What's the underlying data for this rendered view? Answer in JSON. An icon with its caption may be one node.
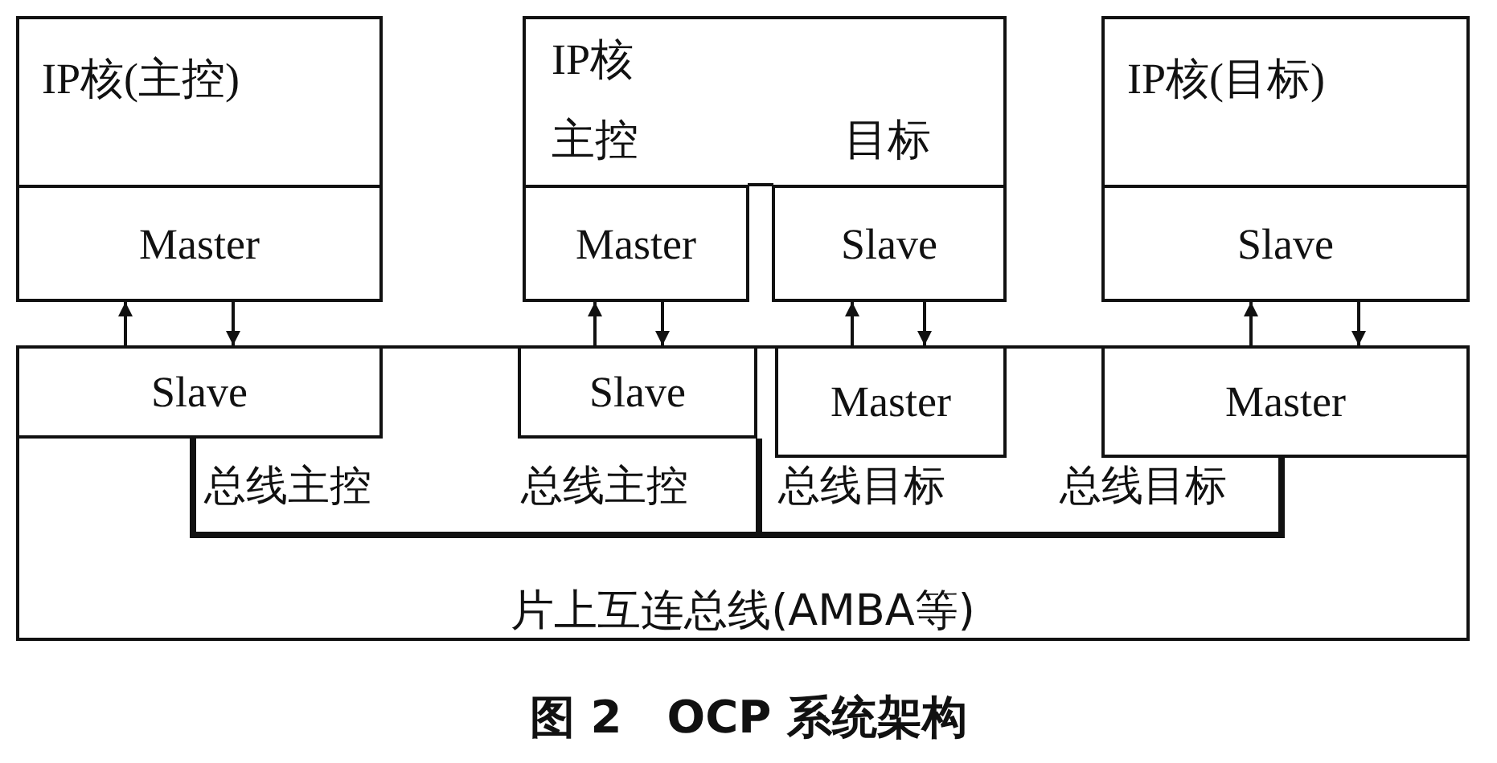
{
  "diagram": {
    "caption": "图 2　OCP 系统架构",
    "nodes": [
      {
        "text": [
          "IP核(主控)"
        ]
      },
      {
        "text": [
          "Master"
        ],
        "in": 0
      },
      {
        "text": [
          "IP核",
          "主控",
          "目标"
        ]
      },
      {
        "text": [
          "Master"
        ],
        "in": 2
      },
      {
        "text": [
          "Slave"
        ],
        "in": 2
      },
      {
        "text": [
          "IP核(目标)"
        ]
      },
      {
        "text": [
          "Slave"
        ],
        "in": 5
      },
      {
        "text": [
          "片上互连总线(AMBA等)"
        ]
      },
      {
        "text": [
          "Slave"
        ],
        "in": 7,
        "beside": [
          "总线主控"
        ]
      },
      {
        "text": [
          "Slave"
        ],
        "in": 7,
        "beside": [
          "总线主控"
        ]
      },
      {
        "text": [
          "Master"
        ],
        "in": 7,
        "beside": [
          "总线目标"
        ]
      },
      {
        "text": [
          "Master"
        ],
        "in": 7,
        "beside": [
          "总线目标"
        ]
      }
    ],
    "edges": [
      {
        "from": 8,
        "to": 1,
        "arrow": "to"
      },
      {
        "from": 1,
        "to": 8,
        "arrow": "to"
      },
      {
        "from": 9,
        "to": 3,
        "arrow": "to"
      },
      {
        "from": 3,
        "to": 9,
        "arrow": "to"
      },
      {
        "from": 10,
        "to": 4,
        "arrow": "to"
      },
      {
        "from": 4,
        "to": 10,
        "arrow": "to"
      },
      {
        "from": 11,
        "to": 6,
        "arrow": "to"
      },
      {
        "from": 6,
        "to": 11,
        "arrow": "to"
      },
      {
        "from": 8,
        "to": 9,
        "arrow": "none",
        "style": "thick"
      },
      {
        "from": 10,
        "to": 11,
        "arrow": "none",
        "style": "thick"
      }
    ]
  }
}
